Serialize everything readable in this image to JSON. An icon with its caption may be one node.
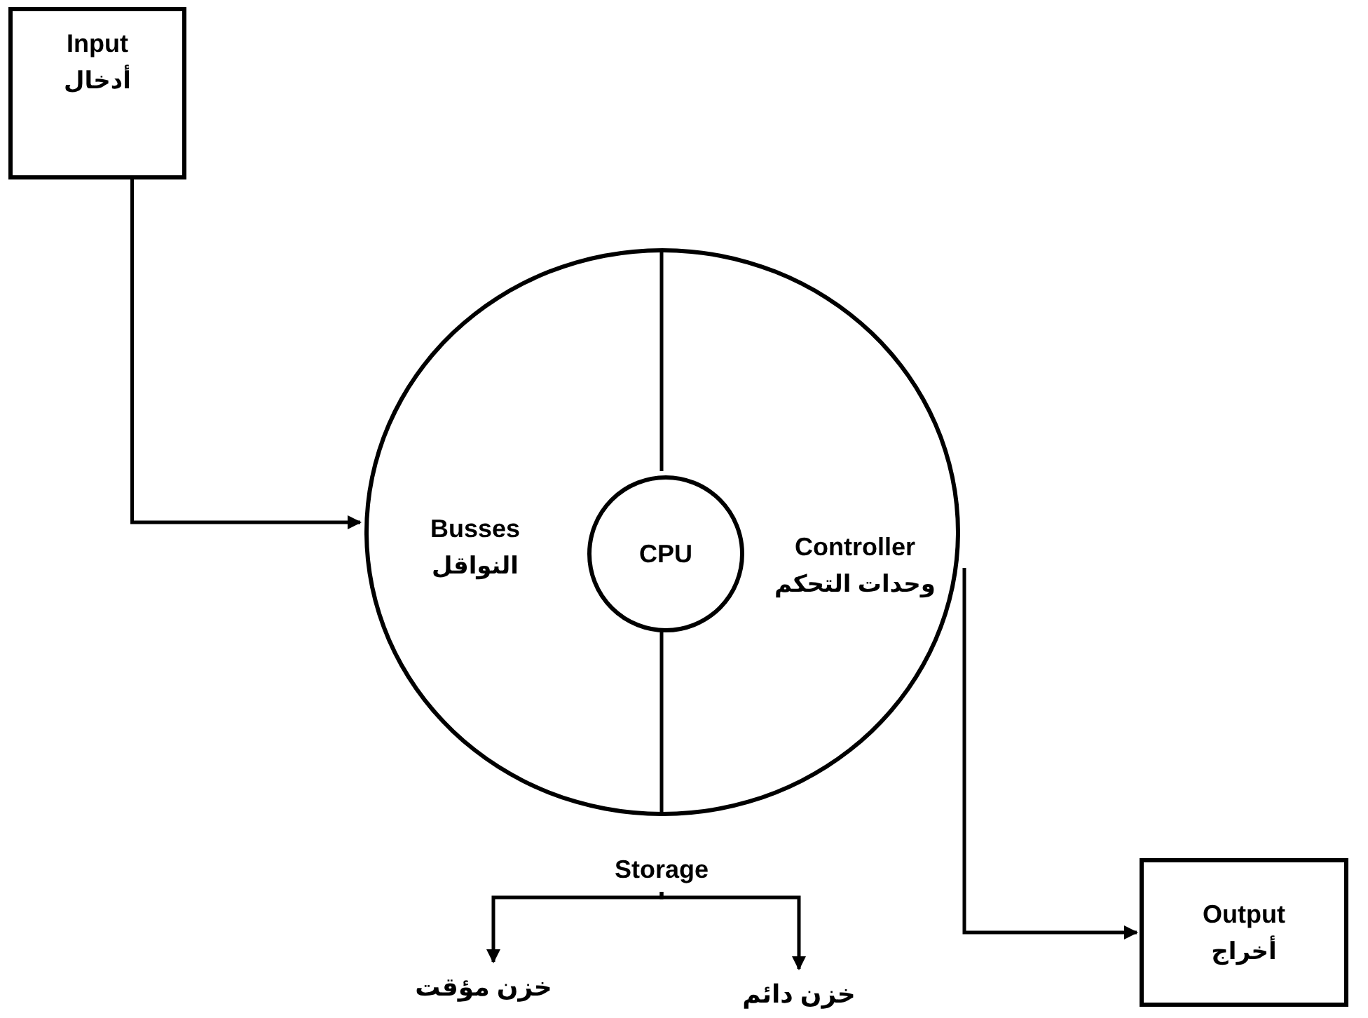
{
  "diagram": {
    "nodes": [
      {
        "text": [
          "Input",
          "أدخال"
        ]
      },
      {
        "text": [],
        "shape": "circle"
      },
      {
        "text": [
          "Busses",
          "النواقل"
        ],
        "in": 1
      },
      {
        "text": [
          "CPU"
        ],
        "in": 1
      },
      {
        "text": [
          "Controller",
          "وحدات التحكم"
        ],
        "in": 1
      },
      {
        "text": [
          "Storage"
        ]
      },
      {
        "text": [
          "خزن مؤقت"
        ]
      },
      {
        "text": [
          "خزن دائم"
        ]
      },
      {
        "text": [
          "Output",
          "أخراج"
        ]
      }
    ],
    "edges": [
      {
        "from": 0,
        "to": 1,
        "arrow": "to"
      },
      {
        "from": 1,
        "to": 8,
        "arrow": "to"
      },
      {
        "from": 5,
        "to": 6,
        "arrow": "to"
      },
      {
        "from": 5,
        "to": 7,
        "arrow": "to"
      }
    ]
  }
}
